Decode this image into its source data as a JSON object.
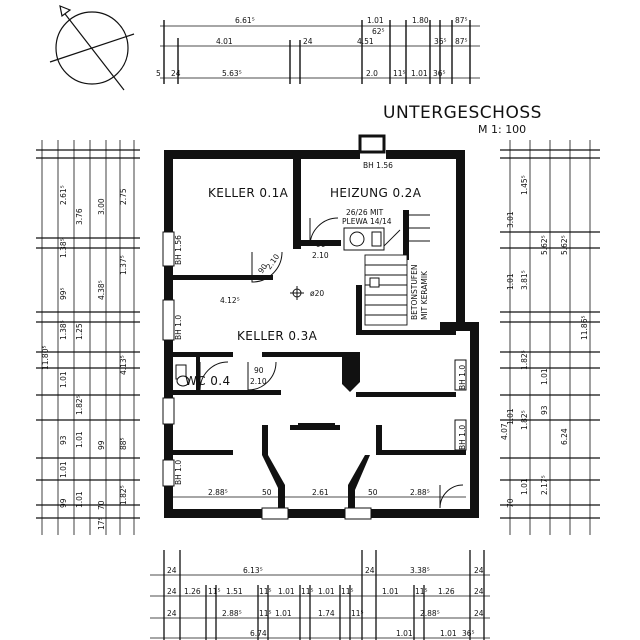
{
  "title": "UNTERGESCHOSS",
  "scale": "M 1: 100",
  "rooms": {
    "keller_01a": "KELLER 0.1A",
    "heizung_02a": "HEIZUNG 0.2A",
    "keller_03a": "KELLER 0.3A",
    "wc_04": "WC 0.4"
  },
  "annotations": {
    "bh_156": "BH 1.56",
    "heating_spec_1": "26/26 MIT",
    "heating_spec_2": "PLEWA 14/14",
    "stairs_1": "BETONSTUFEN",
    "stairs_2": "MIT KERAMIK",
    "drain": "ø20",
    "door_heizung_a": "90",
    "door_heizung_b": "2.10",
    "door_keller_a": "90",
    "door_keller_b": "2.10",
    "door_wc_a": "90",
    "door_wc_b": "2.10",
    "interior_4125": "4.12⁵",
    "bh_left_1": "BH 1.56",
    "bh_left_2": "BH 1.0",
    "bh_left_3": "BH 1.0",
    "bh_right_1": "BH 1.0",
    "bh_right_2": "BH 1.0"
  },
  "dims_top": {
    "row1": [
      "6.61⁵",
      "1.01",
      "1.80",
      "87⁵"
    ],
    "row2": [
      "4.01",
      "24",
      "4.51",
      "36⁵",
      "87⁵",
      "62⁵"
    ],
    "row3": [
      "5",
      "24",
      "5.63⁵",
      "2.0",
      "11⁵",
      "1.01",
      "36⁵"
    ]
  },
  "dims_bottom": {
    "row1": [
      "24",
      "6.13⁵",
      "24",
      "3.38⁵",
      "24"
    ],
    "row2": [
      "24",
      "1.26",
      "11⁵",
      "1.51",
      "11⁵",
      "1.01",
      "11⁵",
      "1.01",
      "11⁵",
      "1.01",
      "11⁵",
      "1.26",
      "24"
    ],
    "row3": [
      "24",
      "2.88⁵",
      "11⁵",
      "1.01",
      "1.74",
      "11⁵",
      "2.88⁵",
      "24"
    ],
    "row4": [
      "6.74",
      "1.01",
      "1.01",
      "36⁵"
    ]
  },
  "dims_interior": {
    "bottom_room_1": "2.88⁵",
    "bottom_opening_1": "50",
    "bottom_room_2": "2.61",
    "bottom_opening_2": "50",
    "bottom_room_3": "2.88⁵"
  },
  "dims_left": [
    "2.61⁵",
    "3.76",
    "3.00",
    "2.75",
    "1.38⁵",
    "99⁵",
    "1.37⁵",
    "4.38⁵",
    "4.13⁵",
    "11.80⁵",
    "1.38⁵",
    "1.25",
    "1.01",
    "1.82⁵",
    "93",
    "1.01",
    "99",
    "88⁵",
    "1.82⁵",
    "1.01",
    "70",
    "99",
    "1.01",
    "17⁵"
  ],
  "dims_right": [
    "1.45⁵",
    "3.01",
    "5.62⁵",
    "5.62⁵",
    "3.81⁵",
    "11.86⁵",
    "1.01",
    "1.82⁵",
    "1.01",
    "93",
    "1.01",
    "4.07",
    "6.24",
    "1.82⁵",
    "2.17⁵",
    "1.01",
    "70"
  ]
}
